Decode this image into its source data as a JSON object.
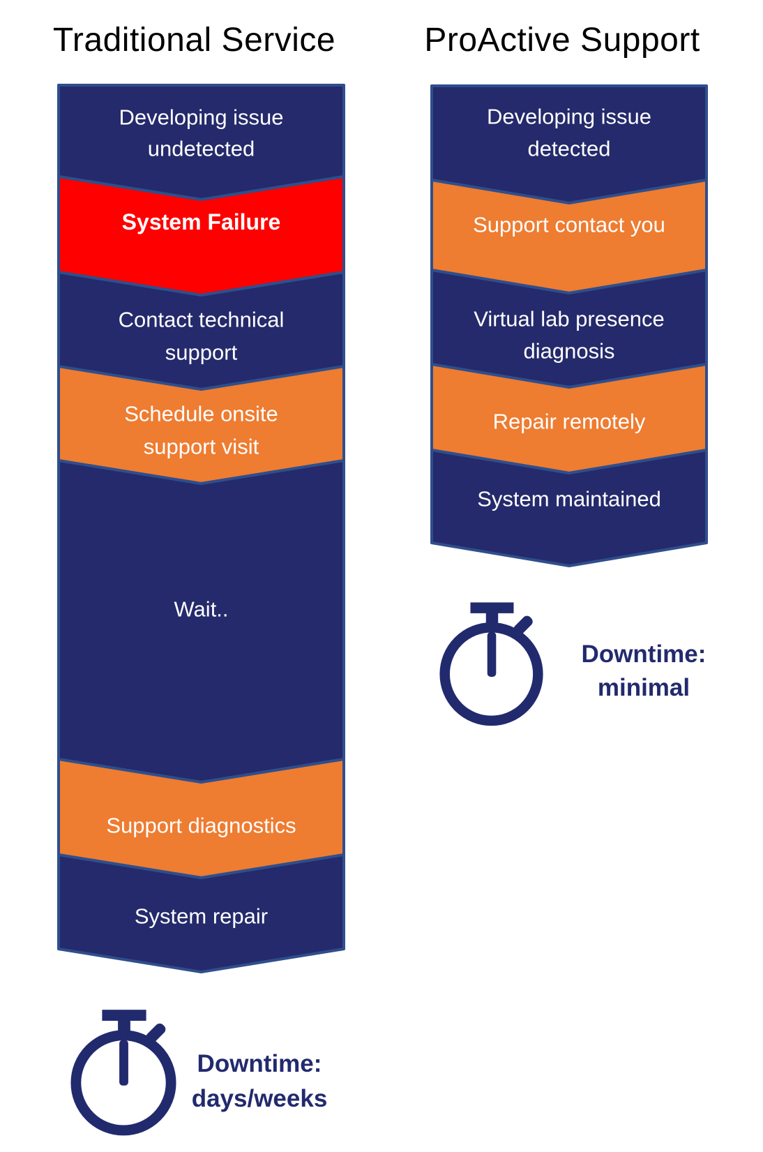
{
  "left": {
    "title": "Traditional Service",
    "steps": [
      {
        "lines": [
          "Developing issue",
          "undetected"
        ],
        "color": "navy"
      },
      {
        "lines": [
          "System Failure"
        ],
        "color": "red",
        "bold": true
      },
      {
        "lines": [
          "Contact technical",
          "support"
        ],
        "color": "navy"
      },
      {
        "lines": [
          "Schedule onsite",
          "support visit"
        ],
        "color": "orange"
      },
      {
        "lines": [
          "Wait.."
        ],
        "color": "navy"
      },
      {
        "lines": [
          "Support diagnostics"
        ],
        "color": "orange"
      },
      {
        "lines": [
          "System repair"
        ],
        "color": "navy"
      }
    ],
    "downtime": {
      "label": "Downtime:",
      "value": "days/weeks"
    }
  },
  "right": {
    "title": "ProActive Support",
    "steps": [
      {
        "lines": [
          "Developing issue",
          "detected"
        ],
        "color": "navy"
      },
      {
        "lines": [
          "Support contact you"
        ],
        "color": "orange"
      },
      {
        "lines": [
          "Virtual lab presence",
          "diagnosis"
        ],
        "color": "navy"
      },
      {
        "lines": [
          "Repair remotely"
        ],
        "color": "orange"
      },
      {
        "lines": [
          "System maintained"
        ],
        "color": "navy"
      }
    ],
    "downtime": {
      "label": "Downtime:",
      "value": "minimal"
    }
  },
  "colors": {
    "navy": "#242a6b",
    "orange": "#ee7c31",
    "red": "#fe0000",
    "border": "#2f4e8c",
    "downtime_navy": "#222a6e",
    "title_black": "#000000"
  }
}
